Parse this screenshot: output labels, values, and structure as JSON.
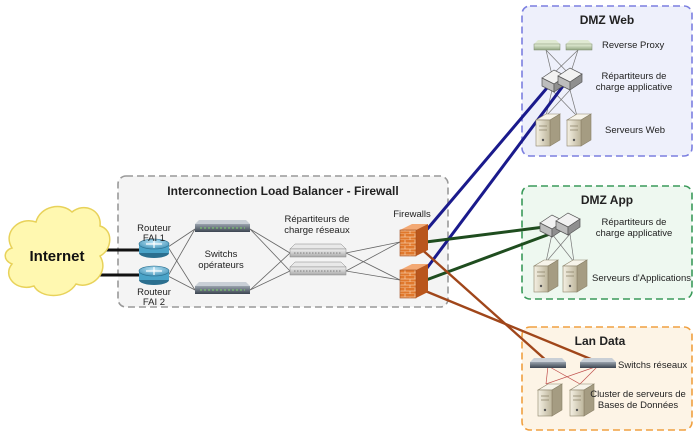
{
  "internet": {
    "label": "Internet"
  },
  "interconnection": {
    "title": "Interconnection Load Balancer - Firewall",
    "router1_label": [
      "Routeur",
      "FAI 1"
    ],
    "router2_label": [
      "Routeur",
      "FAI 2"
    ],
    "switch_label": [
      "Switchs",
      "opérateurs"
    ],
    "lb_label": [
      "Répartiteurs de",
      "charge réseaux"
    ],
    "firewall_label": "Firewalls"
  },
  "dmz_web": {
    "title": "DMZ Web",
    "proxy_label": "Reverse Proxy",
    "lb_label": [
      "Répartiteurs de",
      "charge applicative"
    ],
    "servers_label": "Serveurs Web"
  },
  "dmz_app": {
    "title": "DMZ App",
    "lb_label": [
      "Répartiteurs de",
      "charge applicative"
    ],
    "servers_label": "Serveurs d'Applications"
  },
  "lan_data": {
    "title": "Lan Data",
    "switch_label": "Switchs réseaux",
    "cluster_label": [
      "Cluster de serveurs de",
      "Bases de Données"
    ]
  },
  "colors": {
    "web_zone_border": "#7b7fe0",
    "web_zone_fill": "#eef0fb",
    "app_zone_border": "#3a9a5a",
    "app_zone_fill": "#eef8f0",
    "data_zone_border": "#f0a040",
    "data_zone_fill": "#fdf4e6",
    "center_zone_border": "#999999",
    "web_link": "#1a1a8c",
    "app_link": "#1f4d1f",
    "data_link": "#a0461a"
  }
}
